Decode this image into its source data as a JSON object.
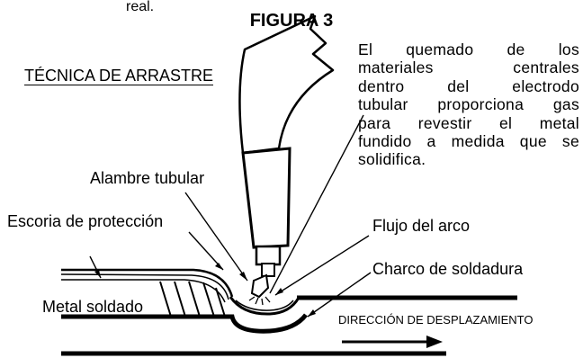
{
  "figure": {
    "truncated_top_text": "real.",
    "title": "FIGURA 3",
    "technique": "TÉCNICA DE ARRASTRE",
    "description_lines": [
      "El quemado de los",
      "materiales centrales",
      "dentro del electrodo",
      "tubular proporciona gas",
      "para revestir el metal",
      "fundido a medida que se",
      "solidifica."
    ],
    "labels": {
      "wire": "Alambre tubular",
      "slag": "Escoria de protección",
      "arc": "Flujo del arco",
      "pool": "Charco de soldadura",
      "metal": "Metal soldado",
      "direction": "DIRECCIÓN DE DESPLAZAMIENTO"
    }
  }
}
